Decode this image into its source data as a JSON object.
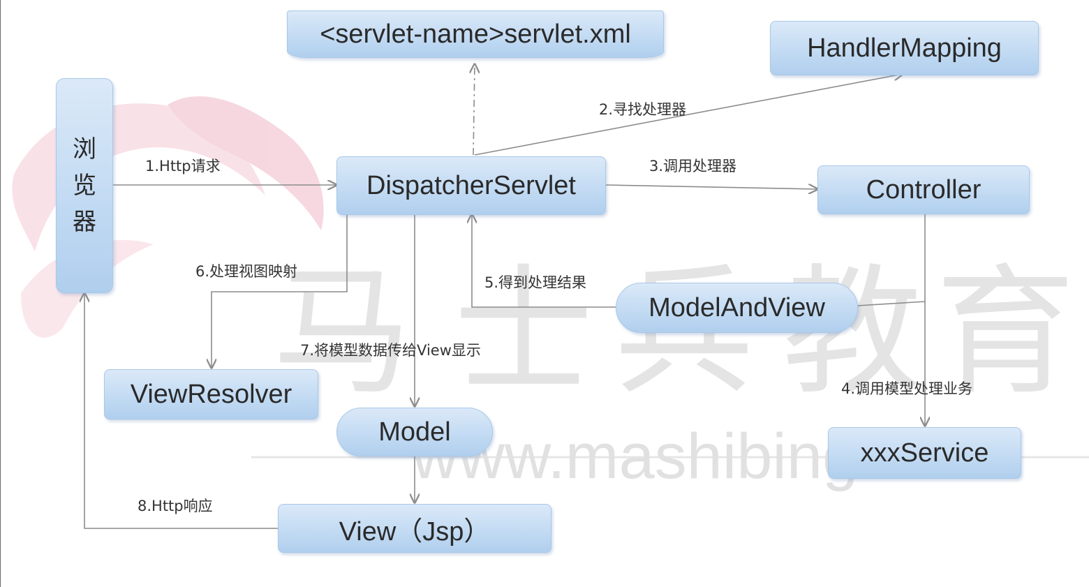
{
  "nodes": {
    "servlet_xml": "<servlet-name>servlet.xml",
    "handler_mapping": "HandlerMapping",
    "browser": [
      "浏",
      "览",
      "器"
    ],
    "dispatcher_servlet": "DispatcherServlet",
    "controller": "Controller",
    "model_and_view": "ModelAndView",
    "view_resolver": "ViewResolver",
    "model": "Model",
    "xxx_service": "xxxService",
    "view_jsp": "View（Jsp）"
  },
  "steps": {
    "s1": "1.Http请求",
    "s2": "2.寻找处理器",
    "s3": "3.调用处理器",
    "s4": "4.调用模型处理业务",
    "s5": "5.得到处理结果",
    "s6": "6.处理视图映射",
    "s7": "7.将模型数据传给View显示",
    "s8": "8.Http响应"
  },
  "watermark": {
    "chars": [
      "马",
      "士",
      "兵",
      "教",
      "育"
    ],
    "url": "www.mashibing.com"
  },
  "colors": {
    "node_fill": "#c3dbf3",
    "node_border": "#a9c7e8",
    "line": "#8c8c8c",
    "watermark_logo": "#f3c9d4"
  }
}
